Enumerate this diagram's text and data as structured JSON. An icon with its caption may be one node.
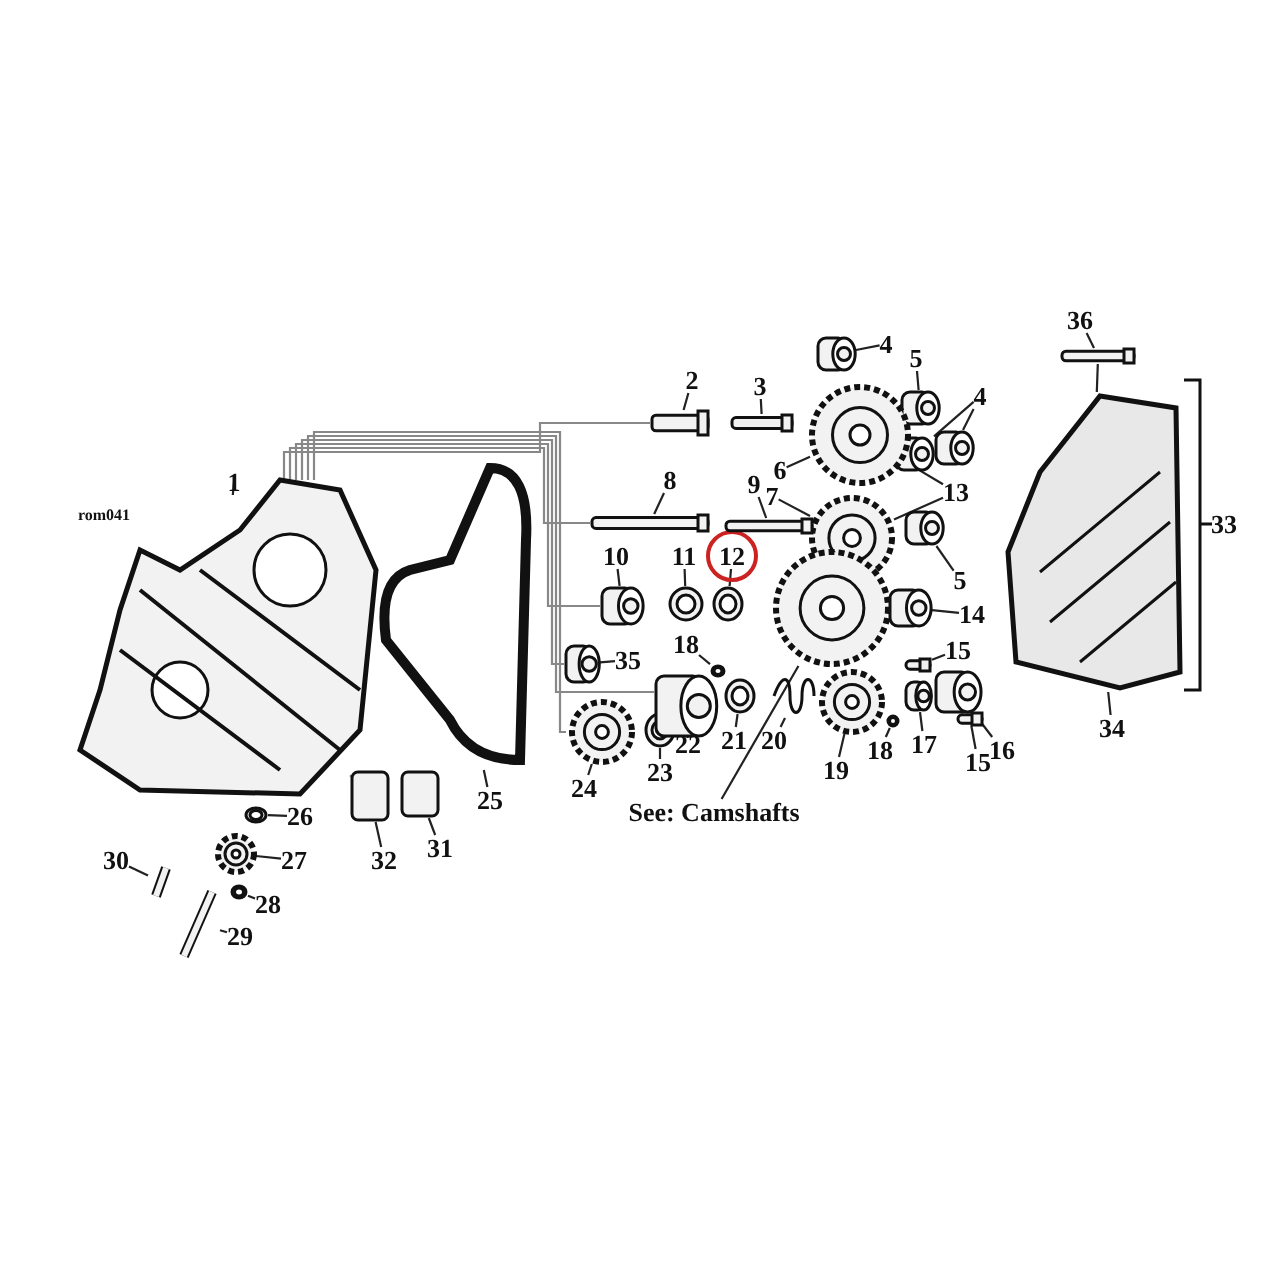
{
  "diagram": {
    "nodes": [
      {
        "text": [
          "1"
        ]
      },
      {
        "text": [],
        "shape": "picture"
      },
      {
        "text": [
          "25"
        ]
      },
      {
        "text": [],
        "shape": "picture"
      },
      {
        "text": [
          "2"
        ]
      },
      {
        "text": [],
        "shape": "bar"
      },
      {
        "text": [
          "3"
        ]
      },
      {
        "text": [],
        "shape": "bar"
      },
      {
        "text": [
          "4"
        ]
      },
      {
        "text": [],
        "shape": "cylinder"
      },
      {
        "text": [
          "5"
        ]
      },
      {
        "text": [],
        "shape": "cylinder"
      },
      {
        "text": [
          "4"
        ]
      },
      {
        "text": [],
        "shape": "cylinder"
      },
      {
        "text": [],
        "shape": "cylinder"
      },
      {
        "text": [
          "6"
        ]
      },
      {
        "text": [],
        "shape": "picture"
      },
      {
        "text": [
          "7"
        ]
      },
      {
        "text": [],
        "shape": "picture"
      },
      {
        "text": [
          "13"
        ]
      },
      {
        "text": [
          "8"
        ]
      },
      {
        "text": [],
        "shape": "bar"
      },
      {
        "text": [
          "9"
        ]
      },
      {
        "text": [],
        "shape": "bar"
      },
      {
        "text": [
          "5"
        ]
      },
      {
        "text": [],
        "shape": "cylinder"
      },
      {
        "text": [
          "10"
        ]
      },
      {
        "text": [],
        "shape": "cylinder"
      },
      {
        "text": [
          "11"
        ]
      },
      {
        "text": [],
        "shape": "picture"
      },
      {
        "text": [
          "12"
        ]
      },
      {
        "text": [],
        "shape": "picture"
      },
      {
        "text": [
          "See: Camshafts"
        ]
      },
      {
        "text": [],
        "shape": "picture"
      },
      {
        "text": [
          "14"
        ]
      },
      {
        "text": [],
        "shape": "cylinder"
      },
      {
        "text": [
          "15"
        ]
      },
      {
        "text": [],
        "shape": "bar"
      },
      {
        "text": [
          "18"
        ]
      },
      {
        "text": [],
        "shape": "picture"
      },
      {
        "text": [
          "35"
        ]
      },
      {
        "text": [],
        "shape": "cylinder"
      },
      {
        "text": [
          "24"
        ]
      },
      {
        "text": [],
        "shape": "picture"
      },
      {
        "text": [
          "23"
        ]
      },
      {
        "text": [],
        "shape": "picture"
      },
      {
        "text": [
          "22"
        ]
      },
      {
        "text": [],
        "shape": "cylinder"
      },
      {
        "text": [
          "21"
        ]
      },
      {
        "text": [],
        "shape": "picture"
      },
      {
        "text": [
          "20"
        ]
      },
      {
        "text": [],
        "shape": "picture"
      },
      {
        "text": [
          "19"
        ]
      },
      {
        "text": [],
        "shape": "picture"
      },
      {
        "text": [
          "18"
        ]
      },
      {
        "text": [],
        "shape": "picture"
      },
      {
        "text": [
          "17"
        ]
      },
      {
        "text": [],
        "shape": "cylinder"
      },
      {
        "text": [
          "16"
        ]
      },
      {
        "text": [],
        "shape": "cylinder"
      },
      {
        "text": [
          "15"
        ]
      },
      {
        "text": [],
        "shape": "bar"
      },
      {
        "text": [
          "36"
        ]
      },
      {
        "text": [],
        "shape": "bar"
      },
      {
        "text": [
          "34"
        ]
      },
      {
        "text": [],
        "shape": "picture"
      },
      {
        "text": [
          "32"
        ]
      },
      {
        "text": [],
        "shape": "box"
      },
      {
        "text": [
          "31"
        ]
      },
      {
        "text": [],
        "shape": "box"
      },
      {
        "text": [
          "26"
        ]
      },
      {
        "text": [],
        "shape": "picture"
      },
      {
        "text": [
          "27"
        ]
      },
      {
        "text": [],
        "shape": "picture"
      },
      {
        "text": [
          "28"
        ]
      },
      {
        "text": [],
        "shape": "picture"
      },
      {
        "text": [
          "30"
        ]
      },
      {
        "text": [],
        "shape": "picture"
      },
      {
        "text": [
          "29"
        ]
      },
      {
        "text": [],
        "shape": "picture"
      }
    ],
    "edges": [
      {
        "from": 0,
        "to": 1,
        "arrow": "none"
      },
      {
        "from": 2,
        "to": 3,
        "arrow": "none"
      },
      {
        "from": 4,
        "to": 5,
        "arrow": "none"
      },
      {
        "from": 6,
        "to": 7,
        "arrow": "none"
      },
      {
        "from": 8,
        "to": 9,
        "arrow": "none"
      },
      {
        "from": 10,
        "to": 11,
        "arrow": "none"
      },
      {
        "from": 12,
        "to": 13,
        "arrow": "none"
      },
      {
        "from": 12,
        "to": 14,
        "arrow": "none"
      },
      {
        "from": 15,
        "to": 16,
        "arrow": "none"
      },
      {
        "from": 17,
        "to": 18,
        "arrow": "none"
      },
      {
        "from": 19,
        "to": 16,
        "arrow": "none"
      },
      {
        "from": 19,
        "to": 18,
        "arrow": "none"
      },
      {
        "from": 20,
        "to": 21,
        "arrow": "none"
      },
      {
        "from": 22,
        "to": 23,
        "arrow": "none"
      },
      {
        "from": 24,
        "to": 25,
        "arrow": "none"
      },
      {
        "from": 26,
        "to": 27,
        "arrow": "none"
      },
      {
        "from": 28,
        "to": 29,
        "arrow": "none"
      },
      {
        "from": 30,
        "to": 31,
        "arrow": "none"
      },
      {
        "from": 32,
        "to": 33,
        "arrow": "none"
      },
      {
        "from": 34,
        "to": 35,
        "arrow": "none"
      },
      {
        "from": 36,
        "to": 37,
        "arrow": "none"
      },
      {
        "from": 38,
        "to": 39,
        "arrow": "none"
      },
      {
        "from": 40,
        "to": 41,
        "arrow": "none"
      },
      {
        "from": 42,
        "to": 43,
        "arrow": "none"
      },
      {
        "from": 44,
        "to": 45,
        "arrow": "none"
      },
      {
        "from": 46,
        "to": 47,
        "arrow": "none"
      },
      {
        "from": 48,
        "to": 49,
        "arrow": "none"
      },
      {
        "from": 50,
        "to": 51,
        "arrow": "none"
      },
      {
        "from": 52,
        "to": 53,
        "arrow": "none"
      },
      {
        "from": 54,
        "to": 55,
        "arrow": "none"
      },
      {
        "from": 56,
        "to": 57,
        "arrow": "none"
      },
      {
        "from": 58,
        "to": 59,
        "arrow": "none"
      },
      {
        "from": 60,
        "to": 61,
        "arrow": "none"
      },
      {
        "from": 62,
        "to": 63,
        "arrow": "none"
      },
      {
        "from": 64,
        "to": 65,
        "arrow": "none"
      },
      {
        "from": 66,
        "to": 67,
        "arrow": "none"
      },
      {
        "from": 68,
        "to": 69,
        "arrow": "none"
      },
      {
        "from": 70,
        "to": 71,
        "arrow": "none"
      },
      {
        "from": 72,
        "to": 73,
        "arrow": "none"
      },
      {
        "from": 74,
        "to": 75,
        "arrow": "none"
      },
      {
        "from": 76,
        "to": 77,
        "arrow": "none"
      },
      {
        "from": 78,
        "to": 79,
        "arrow": "none"
      },
      {
        "from": 63,
        "to": 65,
        "arrow": "none"
      },
      {
        "from": 1,
        "to": 5,
        "arrow": "none",
        "color": "#888888"
      },
      {
        "from": 1,
        "to": 21,
        "arrow": "none",
        "color": "#888888"
      },
      {
        "from": 1,
        "to": 27,
        "arrow": "none",
        "color": "#888888"
      },
      {
        "from": 1,
        "to": 41,
        "arrow": "none",
        "color": "#888888"
      },
      {
        "from": 1,
        "to": 47,
        "arrow": "none",
        "color": "#888888"
      },
      {
        "from": 1,
        "to": 43,
        "arrow": "none",
        "color": "#888888"
      },
      {
        "from": 1,
        "to": 67,
        "arrow": "none",
        "color": "#888888"
      }
    ],
    "labels": [
      "rom041",
      "33"
    ]
  }
}
